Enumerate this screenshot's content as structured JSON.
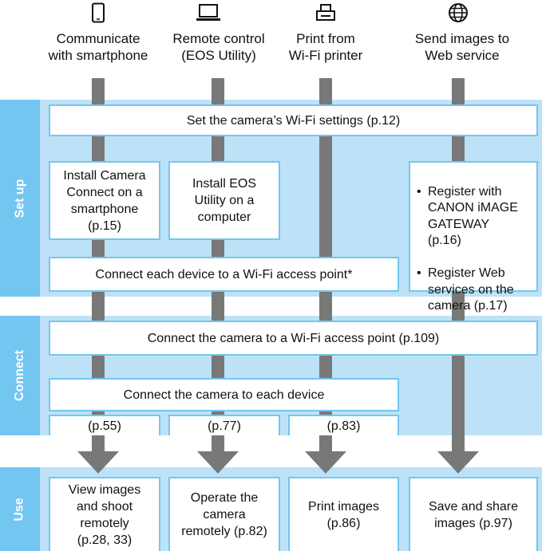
{
  "columns": [
    {
      "icon": "smartphone-icon",
      "title": "Communicate\nwith smartphone"
    },
    {
      "icon": "laptop-icon",
      "title": "Remote control\n(EOS Utility)"
    },
    {
      "icon": "printer-icon",
      "title": "Print from\nWi-Fi printer"
    },
    {
      "icon": "globe-icon",
      "title": "Send images to\nWeb service"
    }
  ],
  "stages": {
    "setup": "Set up",
    "connect": "Connect",
    "use": "Use"
  },
  "setup": {
    "wifi_settings": "Set the camera’s Wi-Fi settings (p.12)",
    "install_camera_connect": "Install Camera\nConnect on a\nsmartphone\n(p.15)",
    "install_eos_utility": "Install EOS\nUtility on a\ncomputer",
    "access_point_devices": "Connect each device to a Wi-Fi access point*",
    "web_steps": [
      "Register with\nCANON iMAGE\nGATEWAY\n(p.16)",
      "Register Web\nservices on the\ncamera (p.17)"
    ],
    "bullet": "•"
  },
  "connect": {
    "camera_access_point": "Connect the camera to a Wi-Fi access point (p.109)",
    "camera_each_device": "Connect the camera to each device",
    "refs": [
      "(p.55)",
      "(p.77)",
      "(p.83)"
    ]
  },
  "use": {
    "boxes": [
      "View images\nand shoot\nremotely\n(p.28, 33)",
      "Operate the\ncamera\nremotely (p.82)",
      "Print images\n(p.86)",
      "Save and share\nimages (p.97)"
    ]
  },
  "colors": {
    "band": "#bde2f7",
    "label": "#73c6f0",
    "pipe": "#787878",
    "border": "#73c6f0"
  }
}
